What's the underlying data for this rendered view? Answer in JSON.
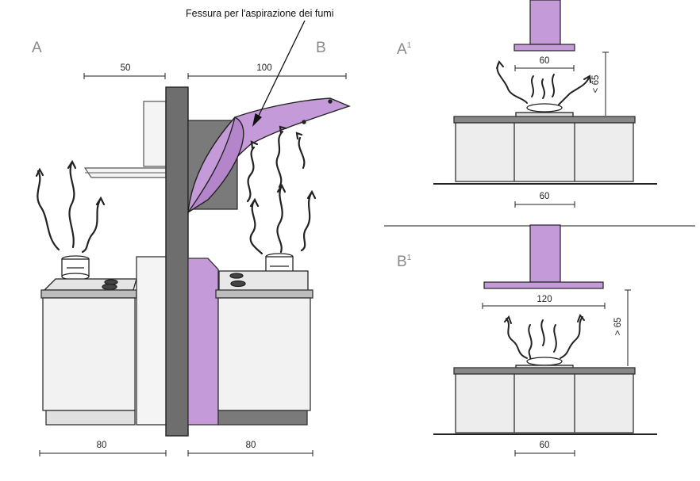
{
  "annotation": "Fessura per l'aspirazione dei fumi",
  "panel_labels": {
    "a": "A",
    "b": "B",
    "a1": "A",
    "a1_sup": "1",
    "b1": "B",
    "b1_sup": "1"
  },
  "dimensions": {
    "a_top": "50",
    "b_top": "100",
    "a_bottom": "80",
    "b_bottom": "80",
    "a1_hood": "60",
    "a1_height": "< 65",
    "a1_base": "60",
    "b1_hood": "120",
    "b1_height": "> 65",
    "b1_base": "60"
  },
  "colors": {
    "hood_purple": "#c59ad9",
    "wall_gray": "#6e6e6e",
    "counter_gray": "#888888",
    "cabinet_fill": "#ededed",
    "outline": "#222222"
  }
}
